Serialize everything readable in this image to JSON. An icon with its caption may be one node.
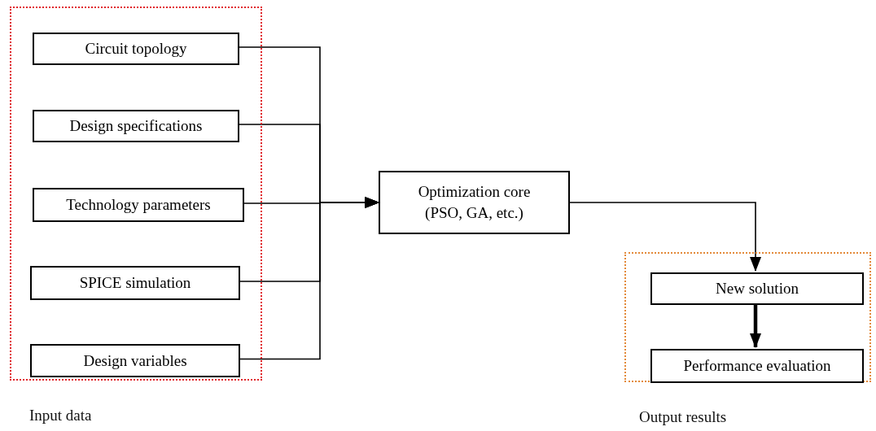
{
  "diagram": {
    "nodes": [
      {
        "text": [
          "Input data"
        ]
      },
      {
        "text": [
          "Circuit topology"
        ],
        "in": 0
      },
      {
        "text": [
          "Design specifications"
        ],
        "in": 0
      },
      {
        "text": [
          "Technology parameters"
        ],
        "in": 0
      },
      {
        "text": [
          "SPICE simulation"
        ],
        "in": 0
      },
      {
        "text": [
          "Design variables"
        ],
        "in": 0
      },
      {
        "text": [
          "Optimization core (PSO, GA, etc.)"
        ]
      },
      {
        "text": [
          "Output results"
        ]
      },
      {
        "text": [
          "New solution"
        ],
        "in": 7
      },
      {
        "text": [
          "Performance evaluation"
        ],
        "in": 7
      }
    ],
    "edges": [
      {
        "from": 1,
        "to": 6,
        "arrow": "to"
      },
      {
        "from": 2,
        "to": 6,
        "arrow": "to"
      },
      {
        "from": 3,
        "to": 6,
        "arrow": "to"
      },
      {
        "from": 4,
        "to": 6,
        "arrow": "to"
      },
      {
        "from": 5,
        "to": 6,
        "arrow": "to"
      },
      {
        "from": 6,
        "to": 8,
        "arrow": "to"
      },
      {
        "from": 8,
        "to": 9,
        "arrow": "to",
        "style": "thick"
      }
    ]
  }
}
